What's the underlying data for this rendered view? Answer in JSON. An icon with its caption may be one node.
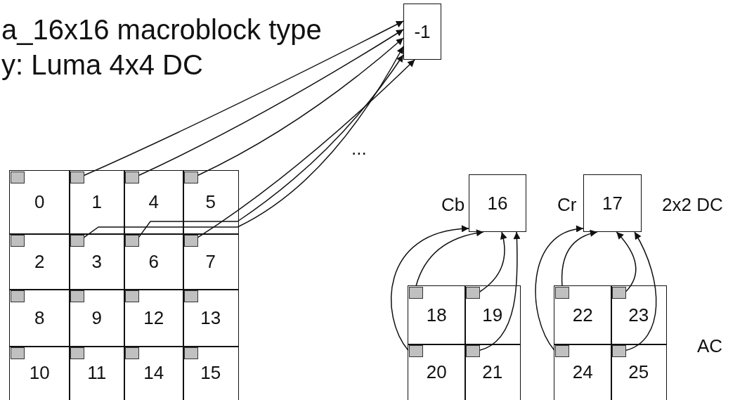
{
  "diagram": {
    "nodes": [
      {
        "text": [
          "-1"
        ]
      },
      {
        "text": [
          "0"
        ]
      },
      {
        "text": [],
        "shape": "box",
        "in": 1
      },
      {
        "text": [
          "1"
        ]
      },
      {
        "text": [],
        "shape": "box",
        "in": 3
      },
      {
        "text": [
          "4"
        ]
      },
      {
        "text": [],
        "shape": "box",
        "in": 5
      },
      {
        "text": [
          "5"
        ]
      },
      {
        "text": [],
        "shape": "box",
        "in": 7
      },
      {
        "text": [
          "2"
        ]
      },
      {
        "text": [],
        "shape": "box",
        "in": 9
      },
      {
        "text": [
          "3"
        ]
      },
      {
        "text": [],
        "shape": "box",
        "in": 11
      },
      {
        "text": [
          "6"
        ]
      },
      {
        "text": [],
        "shape": "box",
        "in": 13
      },
      {
        "text": [
          "7"
        ]
      },
      {
        "text": [],
        "shape": "box",
        "in": 15
      },
      {
        "text": [
          "8"
        ]
      },
      {
        "text": [],
        "shape": "box",
        "in": 17
      },
      {
        "text": [
          "9"
        ]
      },
      {
        "text": [],
        "shape": "box",
        "in": 19
      },
      {
        "text": [
          "12"
        ]
      },
      {
        "text": [],
        "shape": "box",
        "in": 21
      },
      {
        "text": [
          "13"
        ]
      },
      {
        "text": [],
        "shape": "box",
        "in": 23
      },
      {
        "text": [
          "10"
        ]
      },
      {
        "text": [],
        "shape": "box",
        "in": 25
      },
      {
        "text": [
          "11"
        ]
      },
      {
        "text": [],
        "shape": "box",
        "in": 27
      },
      {
        "text": [
          "14"
        ]
      },
      {
        "text": [],
        "shape": "box",
        "in": 29
      },
      {
        "text": [
          "15"
        ]
      },
      {
        "text": [],
        "shape": "box",
        "in": 31
      },
      {
        "text": [
          "16"
        ],
        "beside": [
          "Cb"
        ]
      },
      {
        "text": [
          "17"
        ],
        "beside": [
          "Cr"
        ]
      },
      {
        "text": [
          "18"
        ]
      },
      {
        "text": [],
        "shape": "box",
        "in": 35
      },
      {
        "text": [
          "19"
        ]
      },
      {
        "text": [],
        "shape": "box",
        "in": 37
      },
      {
        "text": [
          "22"
        ]
      },
      {
        "text": [],
        "shape": "box",
        "in": 39
      },
      {
        "text": [
          "23"
        ]
      },
      {
        "text": [],
        "shape": "box",
        "in": 41
      },
      {
        "text": [
          "20"
        ]
      },
      {
        "text": [],
        "shape": "box",
        "in": 43
      },
      {
        "text": [
          "21"
        ]
      },
      {
        "text": [],
        "shape": "box",
        "in": 45
      },
      {
        "text": [
          "24"
        ]
      },
      {
        "text": [],
        "shape": "box",
        "in": 47
      },
      {
        "text": [
          "25"
        ]
      },
      {
        "text": [],
        "shape": "box",
        "in": 49
      }
    ],
    "edges": [
      {
        "from": 4,
        "to": 0,
        "arrow": "to"
      },
      {
        "from": 6,
        "to": 0,
        "arrow": "to"
      },
      {
        "from": 8,
        "to": 0,
        "arrow": "to"
      },
      {
        "from": 12,
        "to": 0,
        "arrow": "to"
      },
      {
        "from": 14,
        "to": 0,
        "arrow": "to"
      },
      {
        "from": 16,
        "to": 0,
        "arrow": "to"
      },
      {
        "from": 36,
        "to": 33,
        "arrow": "to"
      },
      {
        "from": 38,
        "to": 33,
        "arrow": "to"
      },
      {
        "from": 44,
        "to": 33,
        "arrow": "to"
      },
      {
        "from": 46,
        "to": 33,
        "arrow": "to"
      },
      {
        "from": 40,
        "to": 34,
        "arrow": "to"
      },
      {
        "from": 42,
        "to": 34,
        "arrow": "to"
      },
      {
        "from": 48,
        "to": 34,
        "arrow": "to"
      },
      {
        "from": 50,
        "to": 34,
        "arrow": "to"
      }
    ],
    "labels": [
      "a_16x16 macroblock type",
      "y: Luma 4x4 DC",
      "...",
      "2x2 DC",
      "AC"
    ]
  }
}
